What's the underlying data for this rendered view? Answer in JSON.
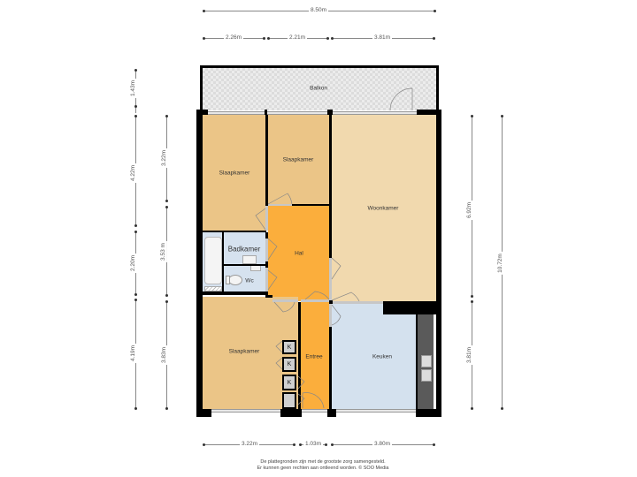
{
  "floorplan": {
    "colors": {
      "bedroom": "#ebc587",
      "living": "#f1d9ae",
      "hall": "#fbae3c",
      "bathroom": "#d6e2ef",
      "kitchen": "#d4e1ee",
      "wall": "#000000",
      "kitchen_counter": "#5a5a5a",
      "balcony": "#ececec"
    },
    "rooms": {
      "balkon": "Balkon",
      "slaapkamer_top_left": "Slaapkamer",
      "slaapkamer_top_middle": "Slaapkamer",
      "woonkamer": "Woonkamer",
      "badkamer": "Badkamer",
      "wc": "Wc",
      "hal": "Hal",
      "slaapkamer_bottom_left": "Slaapkamer",
      "entree": "Entree",
      "keuken": "Keuken"
    },
    "closets": [
      "K",
      "K",
      "K"
    ]
  },
  "dimensions": {
    "top_total": "8.50m",
    "top_segments": [
      "2.26m",
      "2.21m",
      "3.81m"
    ],
    "bottom_segments": [
      "3.22m",
      "1.03m",
      "3.80m"
    ],
    "left_outer": [
      "1.43m",
      "4.22m",
      "2.20m",
      "4.19m"
    ],
    "left_inner": [
      "3.22m",
      "3.53 m",
      "3.83m"
    ],
    "right_inner": [
      "6.92m",
      "3.81m"
    ],
    "right_outer": "10.72m"
  },
  "footer": {
    "line1": "De plattegronden zijn met de grootste zorg samengesteld.",
    "line2": "Er kunnen geen rechten aan ontleend worden. © SOO Media"
  }
}
